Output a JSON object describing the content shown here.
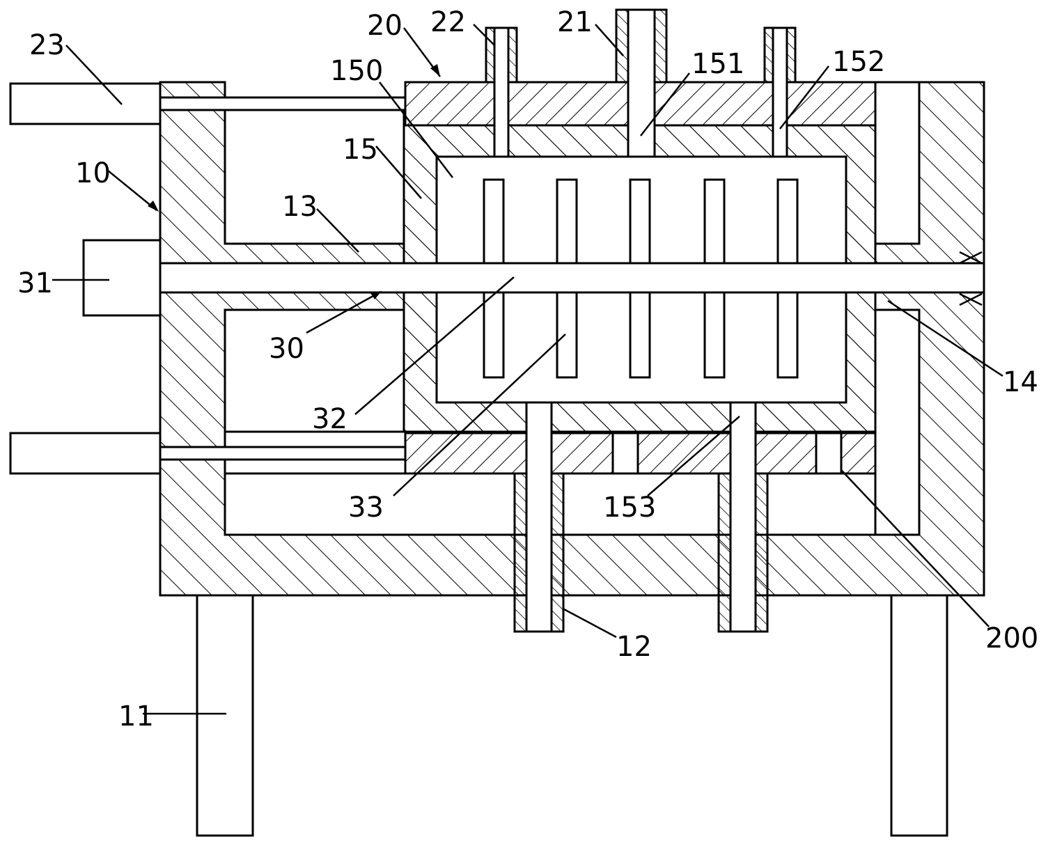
{
  "labels": {
    "l23": "23",
    "l20": "20",
    "l22": "22",
    "l21": "21",
    "l151": "151",
    "l152": "152",
    "l150": "150",
    "l15": "15",
    "l10": "10",
    "l13": "13",
    "l31": "31",
    "l30": "30",
    "l32": "32",
    "l33": "33",
    "l153": "153",
    "l14": "14",
    "l12": "12",
    "l200": "200",
    "l11": "11"
  },
  "colors": {
    "line": "#000000",
    "background": "#ffffff"
  }
}
